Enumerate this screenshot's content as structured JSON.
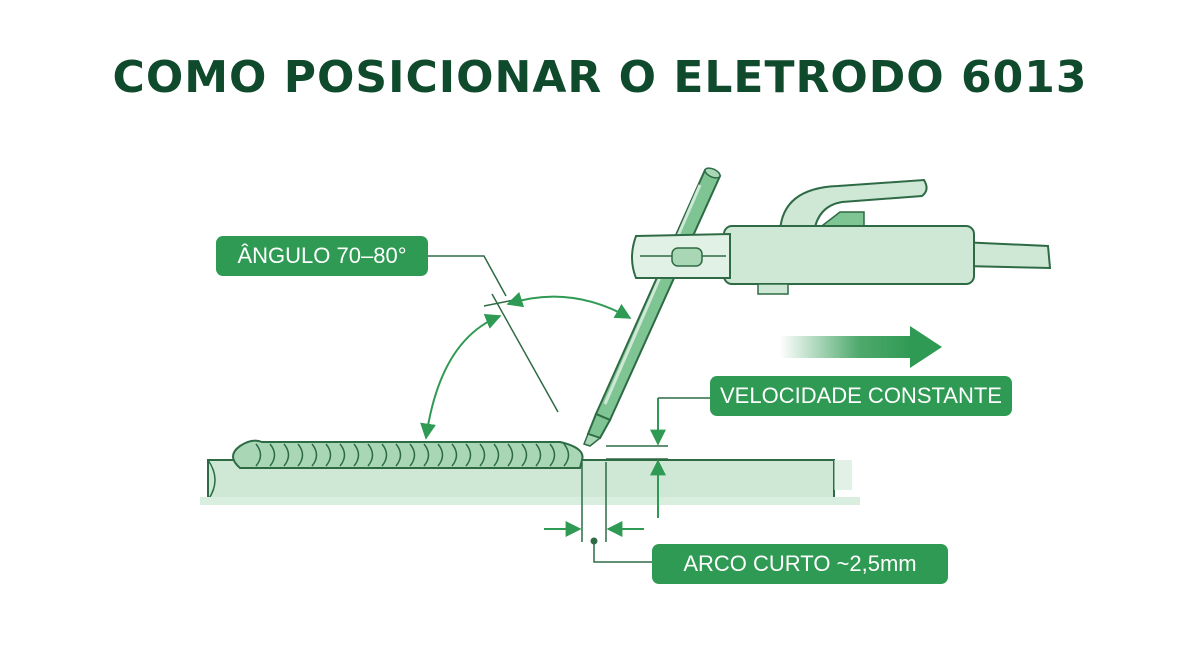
{
  "title": "COMO POSICIONAR O ELETRODO 6013",
  "labels": {
    "angle": "ÂNGULO 70–80°",
    "speed": "VELOCIDADE CONSTANTE",
    "arc": "ARCO CURTO ~2,5mm"
  },
  "colors": {
    "dark_green": "#0f4a2c",
    "accent_green": "#2f9a53",
    "light_green": "#cfe8d6"
  }
}
